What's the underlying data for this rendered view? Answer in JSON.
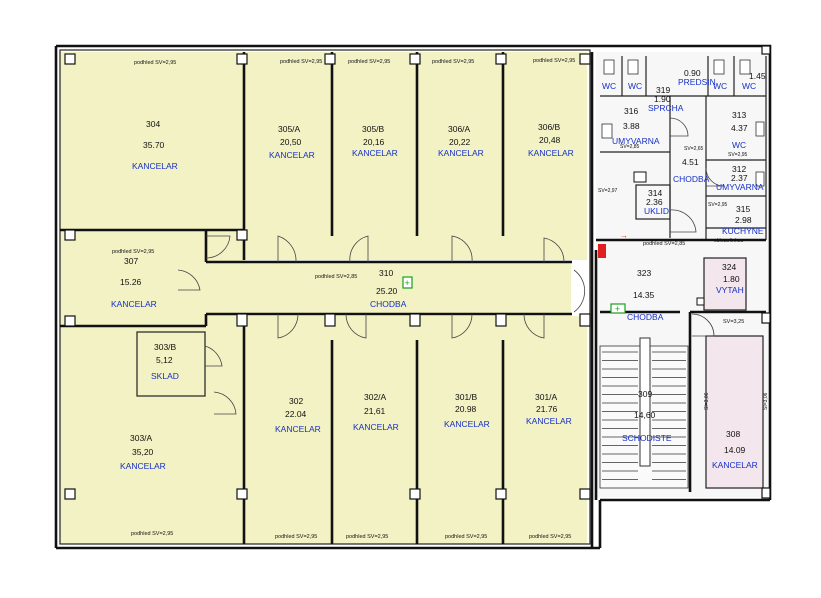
{
  "rooms": {
    "r304": {
      "num": "304",
      "area": "35.70",
      "name": "KANCELAR",
      "ceiling": "podhled SV=2,95"
    },
    "r305a": {
      "num": "305/A",
      "area": "20,50",
      "name": "KANCELAR",
      "ceiling": "podhled SV=2,95"
    },
    "r305b": {
      "num": "305/B",
      "area": "20,16",
      "name": "KANCELAR",
      "ceiling": "podhled SV=2,95"
    },
    "r306a": {
      "num": "306/A",
      "area": "20,22",
      "name": "KANCELAR",
      "ceiling": "podhled SV=2,95"
    },
    "r306b": {
      "num": "306/B",
      "area": "20,48",
      "name": "KANCELAR",
      "ceiling": "podhled SV=2,95"
    },
    "r307": {
      "num": "307",
      "area": "15.26",
      "name": "KANCELAR",
      "ceiling": "podhled SV=2,95"
    },
    "r310": {
      "num": "310",
      "area": "25.20",
      "name": "CHODBA",
      "ceiling": "podhled SV=2,85"
    },
    "r303b": {
      "num": "303/B",
      "area": "5,12",
      "name": "SKLAD"
    },
    "r303a": {
      "num": "303/A",
      "area": "35,20",
      "name": "KANCELAR",
      "ceiling": "podhled SV=2,95"
    },
    "r302": {
      "num": "302",
      "area": "22.04",
      "name": "KANCELAR",
      "ceiling": "podhled SV=2,95"
    },
    "r302a": {
      "num": "302/A",
      "area": "21,61",
      "name": "KANCELAR",
      "ceiling": "podhled SV=2,95"
    },
    "r301b": {
      "num": "301/B",
      "area": "20.98",
      "name": "KANCELAR",
      "ceiling": "podhled SV=2,95"
    },
    "r301a": {
      "num": "301/A",
      "area": "21.76",
      "name": "KANCELAR",
      "ceiling": "podhled SV=2,95"
    },
    "r323": {
      "num": "323",
      "area": "14.35",
      "name": "CHODBA",
      "ceiling": "podhled SV=2,85"
    },
    "r324": {
      "num": "324",
      "area": "1.80",
      "name": "VYTAH"
    },
    "r308": {
      "num": "308",
      "area": "14.09",
      "name": "KANCELAR",
      "ceiling": "SV=3,25",
      "side_left": "SI=3,06",
      "side_right": "SI=3,06"
    },
    "r309": {
      "num": "309",
      "area": "14,60",
      "name": "SCHODISTE"
    },
    "r316": {
      "num": "316",
      "area": "3.88",
      "name": "UMYVARNA"
    },
    "r319": {
      "num": "319",
      "area": "1.90",
      "name": "SPRCHA"
    },
    "r313": {
      "num": "313",
      "area": "4.37",
      "name": "WC"
    },
    "r312": {
      "num": "312",
      "area": "2.37",
      "name": "UMYVARNA"
    },
    "r311": {
      "num": "",
      "area": "4.51",
      "name": "CHODBA",
      "ceiling": "SV=2,85"
    },
    "r314": {
      "num": "314",
      "area": "2.36",
      "name": "UKLID",
      "ceiling": "SV=2,97"
    },
    "r315": {
      "num": "315",
      "area": "2.98",
      "name": "KUCHYNE",
      "ceiling": "SV=2,95",
      "note": "obk.za linkou"
    }
  },
  "wc": {
    "label": "WC",
    "val_a": "0.90",
    "val_b": "1.45",
    "top_label": "PREDSIN",
    "ceiling_a": "SV=2,65",
    "ceiling_b": "SV=2,95"
  },
  "marks": {
    "emergency_a": "+",
    "emergency_b": "+",
    "arrow": "→"
  }
}
